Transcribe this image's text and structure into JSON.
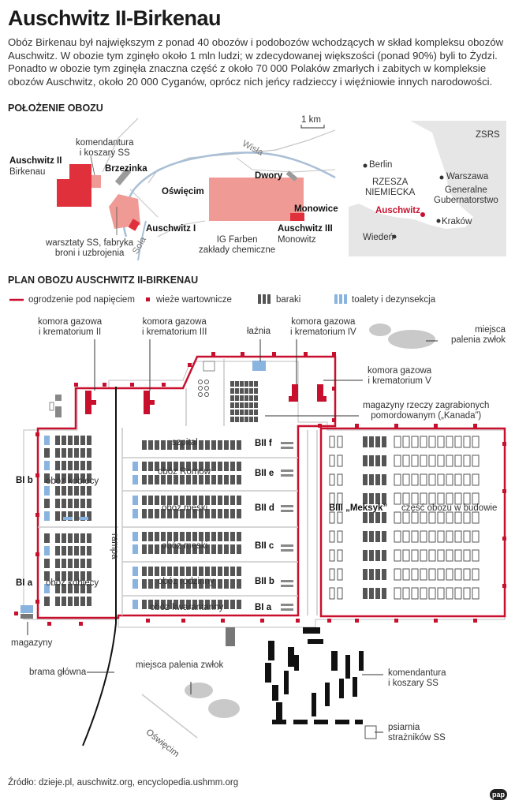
{
  "title": "Auschwitz II-Birkenau",
  "intro": "Obóz Birkenau był największym z ponad 40 obozów i podobozów wchodzących w skład kompleksu obozów Auschwitz. W obozie tym zginęło około 1 mln ludzi; w zdecydowanej większości (ponad 90%) byli to Żydzi. Ponadto w obozie tym zginęła znaczna część z około 70 000 Polaków zmarłych i zabitych w kompleksie obozów Auschwitz, około 20 000 Cyganów, oprócz nich jeńcy radzieccy i więźniowie innych narodowości.",
  "location": {
    "heading": "POŁOŻENIE OBOZU",
    "scale": "1 km",
    "labels": {
      "komendantura": "komendantura",
      "koszary": "i koszary SS",
      "birkenau_title": "Auschwitz II",
      "birkenau_sub": "Birkenau",
      "brzezinka": "Brzezinka",
      "wisla": "Wisła",
      "dwory": "Dwory",
      "oswiecim": "Oświęcim",
      "monowice": "Monowice",
      "auschwitz1": "Auschwitz I",
      "auschwitz3_title": "Auschwitz III",
      "auschwitz3_sub": "Monowitz",
      "warsztaty1": "warsztaty SS, fabryka",
      "warsztaty2": "broni i uzbrojenia",
      "sola": "Soła",
      "igfarben1": "IG Farben",
      "igfarben2": "zakłady chemiczne"
    },
    "inset": {
      "zsrs": "ZSRS",
      "berlin": "Berlin",
      "rzesza1": "RZESZA",
      "rzesza2": "NIEMIECKA",
      "warszawa": "Warszawa",
      "gg1": "Generalne",
      "gg2": "Gubernatorstwo",
      "auschwitz": "Auschwitz",
      "krakow": "Kraków",
      "wieden": "Wiedeń"
    }
  },
  "plan": {
    "heading": "PLAN OBOZU AUSCHWITZ II-BIRKENAU",
    "legend": {
      "fence": "ogrodzenie pod napięciem",
      "towers": "wieże wartownicze",
      "barracks": "baraki",
      "toilets": "toalety i dezynsekcja"
    },
    "labels": {
      "kg2a": "komora gazowa",
      "kg2b": "i krematorium II",
      "kg3a": "komora gazowa",
      "kg3b": "i krematorium III",
      "laznia": "łaźnia",
      "kg4a": "komora gazowa",
      "kg4b": "i krematorium IV",
      "burn1a": "miejsca",
      "burn1b": "palenia zwłok",
      "kg5a": "komora gazowa",
      "kg5b": "i krematorium V",
      "kanada1": "magazyny rzeczy zagrabionych",
      "kanada2": "pomordowanym („Kanada”)",
      "szpital": "szpital",
      "bii_f": "BII f",
      "bib": "BI b",
      "oboz_kobiecy_b": "obóz kobiecy",
      "oboz_romow": "obóz Romów",
      "bii_e": "BII e",
      "biii": "BIII „Meksyk”",
      "budowa": "część obozu w budowie",
      "oboz_meski_d": "obóz męski",
      "bii_d": "BII d",
      "rampa": "rampa",
      "oboz_meski_c": "obóz męski",
      "bii_c": "BII c",
      "bia": "BI a",
      "oboz_kobiecy_a": "obóz kobiecy",
      "oboz_rodzinny": "obóz rodzinny",
      "bii_b": "BII b",
      "oboz_kwarantanny": "obóz kwarantanny",
      "bii_a": "BI a",
      "magazyny": "magazyny",
      "brama": "brama główna",
      "burn2": "miejsca palenia zwłok",
      "kom2a": "komendantura",
      "kom2b": "i koszary SS",
      "oswiecim": "Oświęcim",
      "psiarnia1": "psiarnia",
      "psiarnia2": "strażników SS"
    }
  },
  "source": "Źródło: dzieje.pl, auschwitz.org, encyclopedia.ushmm.org",
  "logo": "pap",
  "colors": {
    "fence": "#c8102e",
    "camp_red": "#e0303c",
    "camp_pink": "#ef9a95",
    "barrack": "#555555",
    "toilet": "#8ab4e0",
    "map_bg": "#e6e6e6"
  }
}
